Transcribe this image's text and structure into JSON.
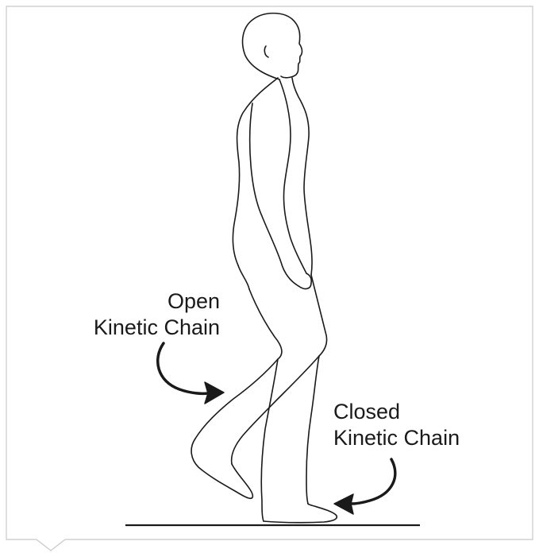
{
  "labels": {
    "open": {
      "line1": "Open",
      "line2": "Kinetic Chain"
    },
    "closed": {
      "line1": "Closed",
      "line2": "Kinetic Chain"
    }
  },
  "colors": {
    "stroke": "#1a1a1a",
    "frame": "#c8c8c8",
    "background": "#ffffff"
  }
}
